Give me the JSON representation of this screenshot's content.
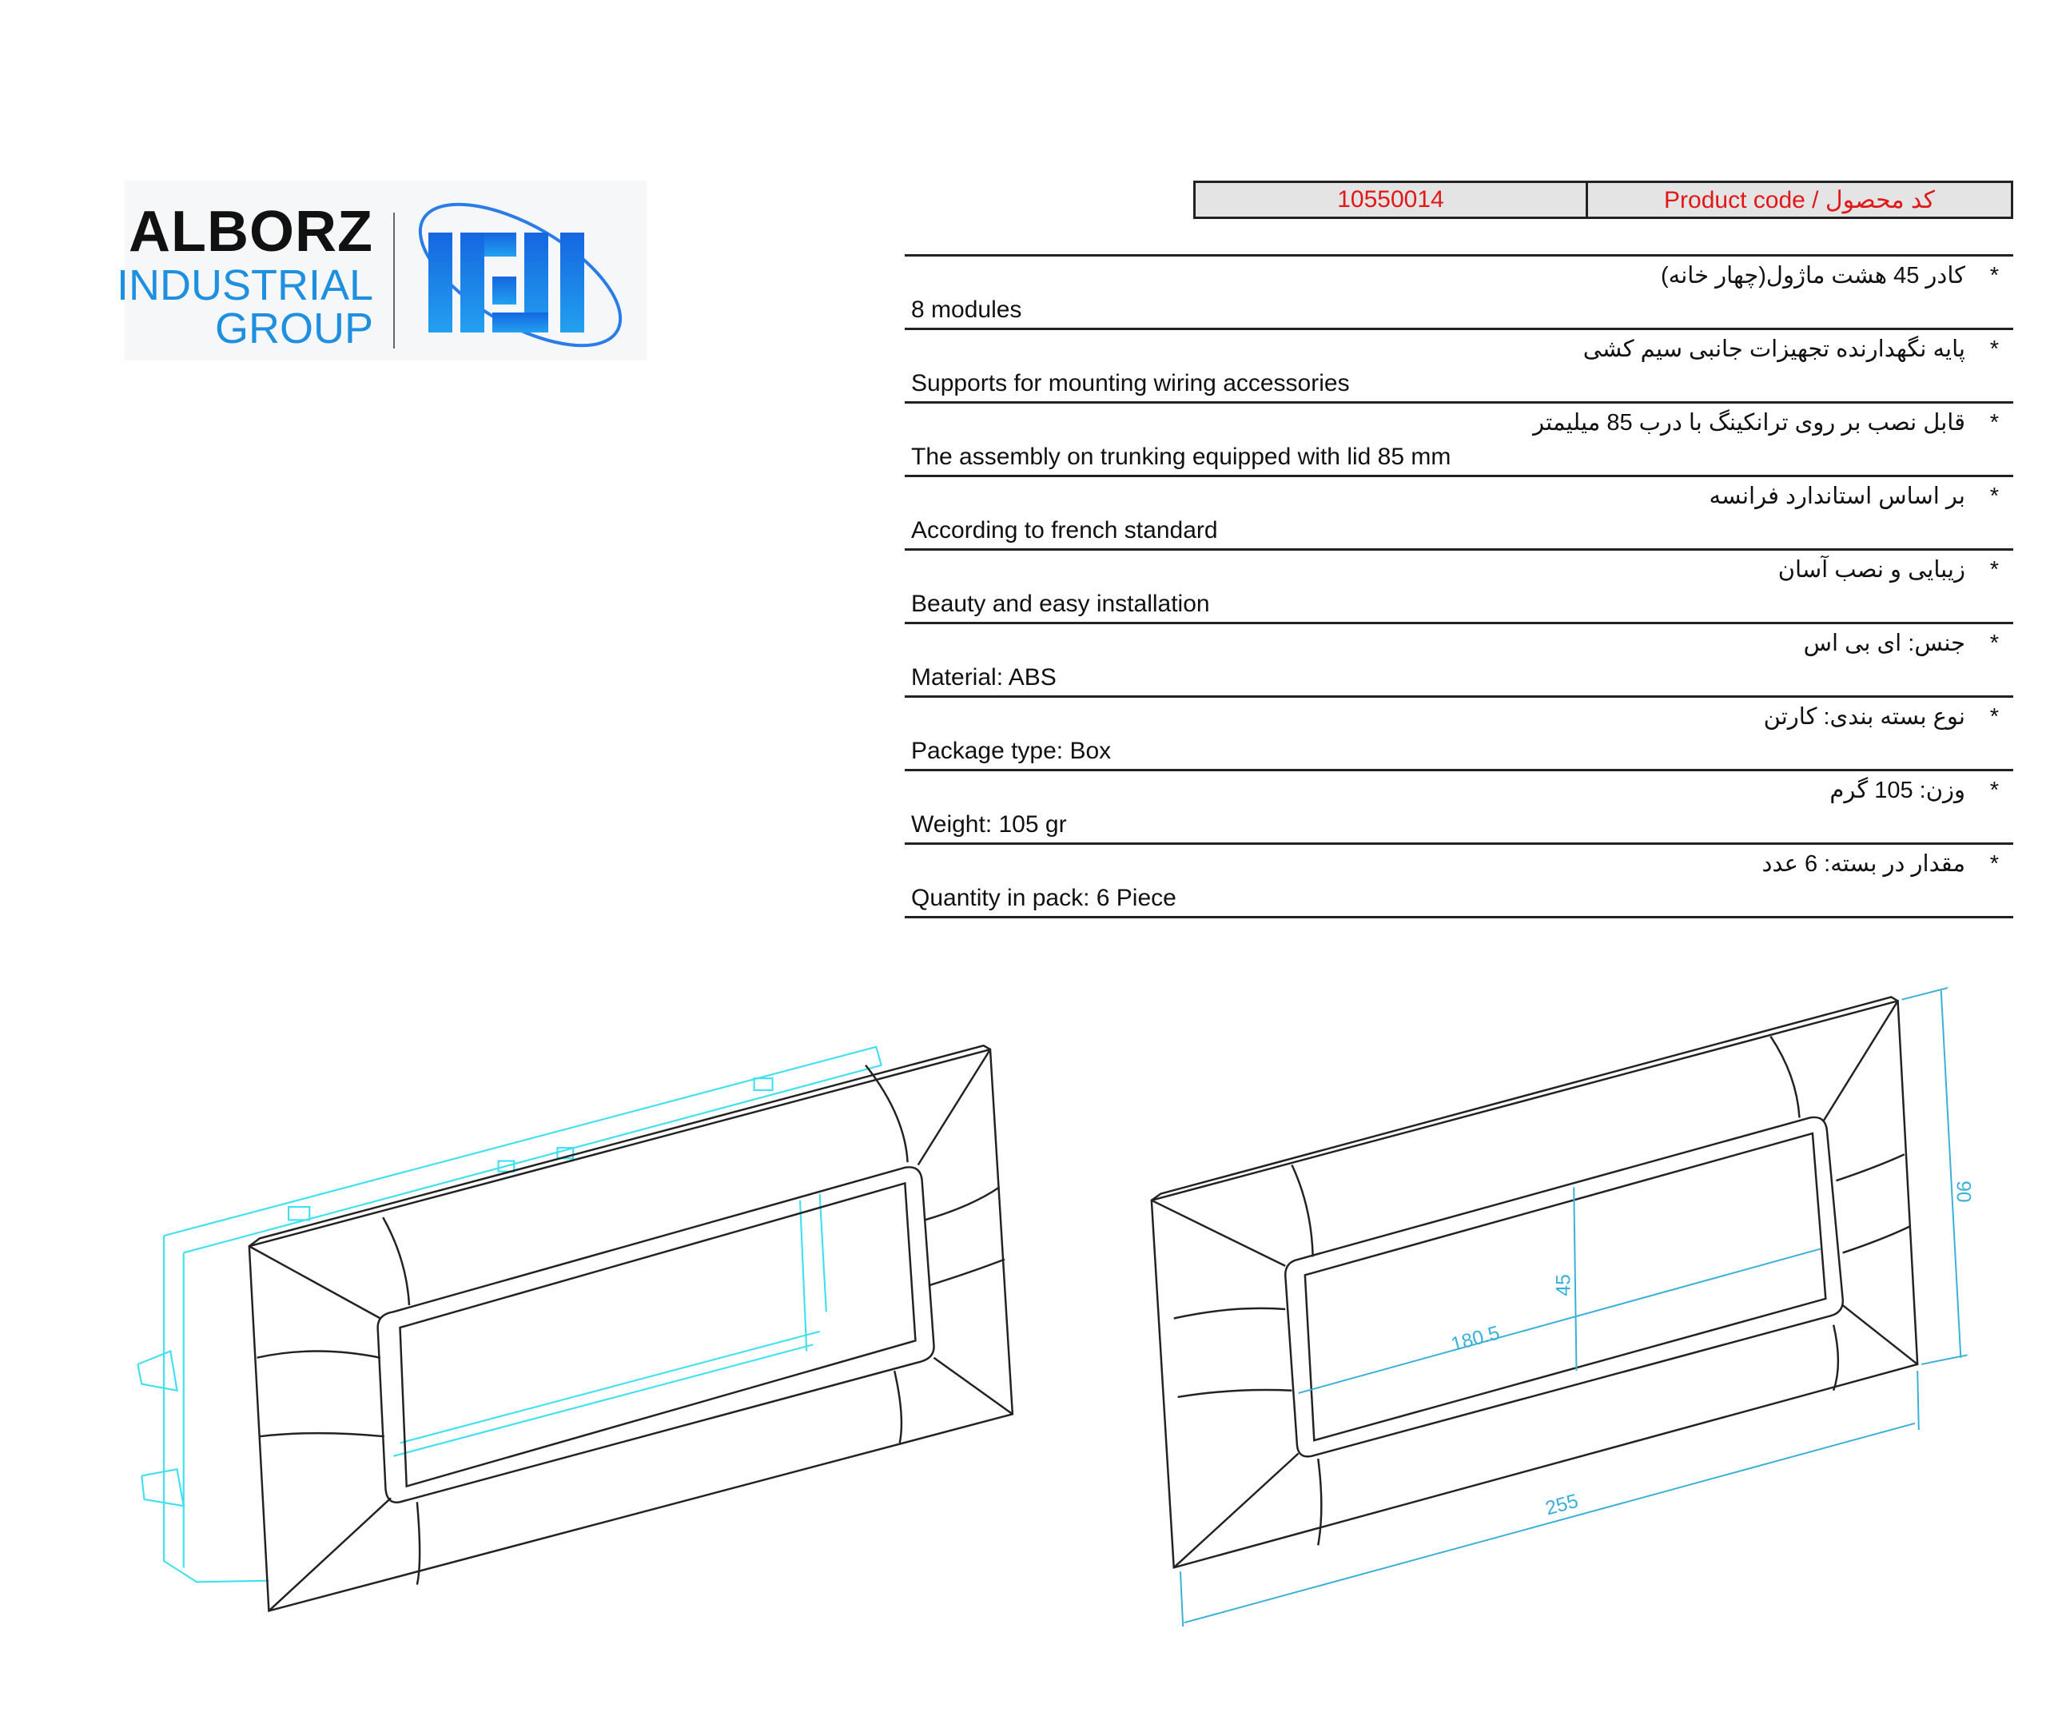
{
  "logo": {
    "line1": "ALBORZ",
    "line2": "INDUSTRIAL",
    "line3": "GROUP",
    "emblem": "IRJI"
  },
  "product_code": {
    "label": "Product code / کد محصول",
    "value": "10550014"
  },
  "specs": [
    {
      "fa": "کادر 45 هشت ماژول(چهار خانه)",
      "en": "8 modules"
    },
    {
      "fa": "پایه نگهدارنده تجهیزات جانبی سیم کشی",
      "en": "Supports for mounting wiring accessories"
    },
    {
      "fa": "قابل نصب بر روی ترانکینگ با درب 85 میلیمتر",
      "en": "The assembly on trunking equipped with lid 85 mm"
    },
    {
      "fa": "بر اساس استاندارد فرانسه",
      "en": "According to french standard"
    },
    {
      "fa": "زیبایی و نصب آسان",
      "en": "Beauty and easy installation"
    },
    {
      "fa": "جنس: ای بی اس",
      "en": "Material: ABS"
    },
    {
      "fa": "نوع بسته بندی: کارتن",
      "en": "Package type: Box"
    },
    {
      "fa": "وزن: 105 گرم",
      "en": "Weight: 105 gr"
    },
    {
      "fa": "مقدار در بسته: 6 عدد",
      "en": "Quantity in pack: 6 Piece"
    }
  ],
  "bullet": "*",
  "dimensions": {
    "width": "255",
    "height": "90",
    "inner_width": "180.5",
    "inner_height": "45"
  },
  "colors": {
    "code_text": "#e01818",
    "dimension": "#3ab0d8",
    "brand_blue": "#1f8fe0"
  }
}
